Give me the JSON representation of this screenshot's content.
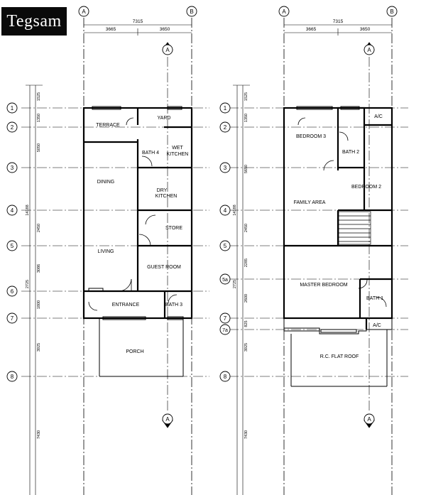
{
  "brand": {
    "logo": "Tegsam"
  },
  "column_grid": {
    "left": "A",
    "right": "B"
  },
  "section_marker": "A",
  "dims": {
    "overall": "7315",
    "left": "3665",
    "right": "3650"
  },
  "ground_floor": {
    "rooms": {
      "terrace": "TERRACE",
      "yard": "YARD",
      "bath4": "BATH 4",
      "wet_kitchen_1": "WET",
      "wet_kitchen_2": "KITCHEN",
      "dining": "DINING",
      "dry_kitchen_1": "DRY",
      "dry_kitchen_2": "KITCHEN",
      "store": "STORE",
      "living": "LIVING",
      "guest_room": "GUEST ROOM",
      "entrance": "ENTRANCE",
      "bath3": "BATH 3",
      "porch": "PORCH"
    },
    "grid_labels": [
      "1",
      "2",
      "3",
      "4",
      "5",
      "6",
      "7",
      "8"
    ],
    "spacings": [
      "1525",
      "1350",
      "5050",
      "2450",
      "3086",
      "1800",
      "3925",
      "7430"
    ],
    "total": "14188",
    "side_dim": "2725"
  },
  "first_floor": {
    "rooms": {
      "bedroom3": "BEDROOM 3",
      "bath2": "BATH 2",
      "ac_top": "A/C",
      "bedroom2": "BEDROOM 2",
      "family_area": "FAMILY AREA",
      "master_bedroom": "MASTER BEDROOM",
      "bath1": "BATH 1",
      "ac_bottom": "A/C",
      "roof": "R.C. FLAT ROOF"
    },
    "grid_labels": [
      "1",
      "2",
      "3",
      "4",
      "5",
      "5a",
      "7",
      "7a",
      "8"
    ],
    "spacings": [
      "1525",
      "1350",
      "5650",
      "2450",
      "2285",
      "2600",
      "825",
      "3925",
      "7430"
    ],
    "total": "14188",
    "side_dim": "2725"
  }
}
